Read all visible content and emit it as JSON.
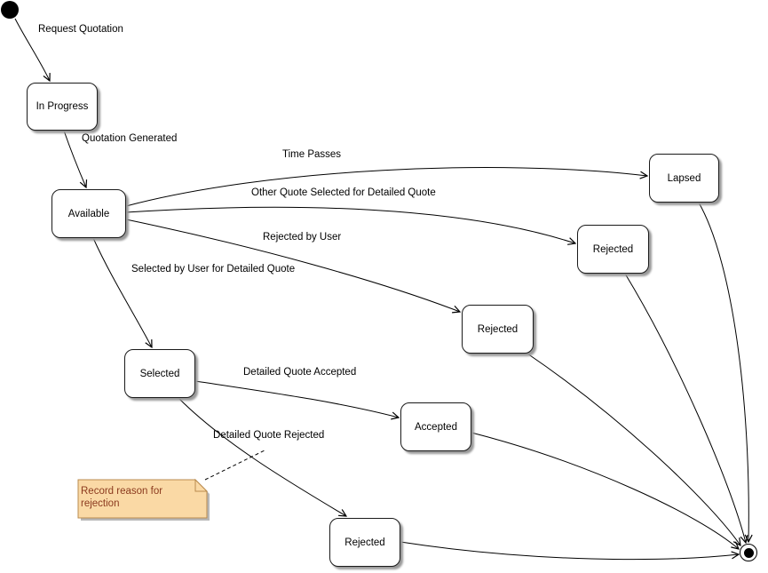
{
  "diagram": {
    "type": "uml-state-machine",
    "states": {
      "in_progress": "In Progress",
      "available": "Available",
      "lapsed": "Lapsed",
      "rejected_top": "Rejected",
      "rejected_mid": "Rejected",
      "selected": "Selected",
      "accepted": "Accepted",
      "rejected_bottom": "Rejected"
    },
    "transitions": {
      "request_quotation": "Request Quotation",
      "quotation_generated": "Quotation Generated",
      "time_passes": "Time Passes",
      "other_quote_selected": "Other Quote Selected for Detailed Quote",
      "rejected_by_user": "Rejected by User",
      "selected_by_user": "Selected by User for Detailed Quote",
      "detailed_quote_accepted": "Detailed Quote Accepted",
      "detailed_quote_rejected": "Detailed Quote Rejected"
    },
    "note": {
      "text": "Record reason for rejection",
      "fill": "#FAD9A5",
      "border": "#B98B4E",
      "text_color": "#8B3A1E"
    },
    "colors": {
      "line": "#000000",
      "state_fill": "#FFFFFF",
      "state_border": "#1A1A1A",
      "background": "#FFFFFF"
    }
  }
}
